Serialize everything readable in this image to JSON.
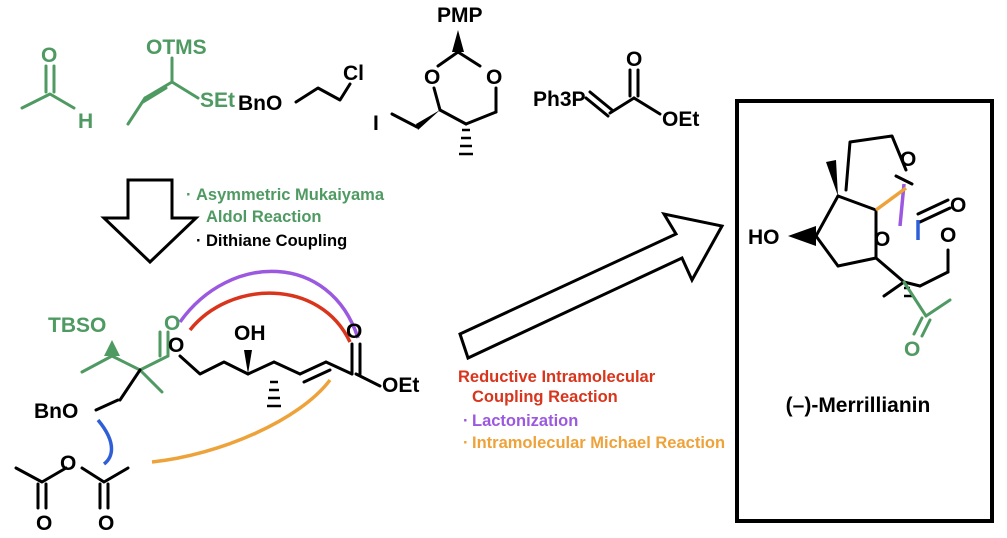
{
  "colors": {
    "green": "#4f9a62",
    "black": "#000000",
    "red": "#d9341c",
    "purple": "#9b59e0",
    "orange": "#eea23a",
    "blue": "#2f5fd8"
  },
  "reagents": {
    "acetaldehyde_o": "O",
    "acetaldehyde_h": "H",
    "ketene_otms": "OTMS",
    "ketene_set": "SEt",
    "chloroether_bno": "BnO",
    "chloroether_cl": "Cl",
    "acetal_pmp": "PMP",
    "acetal_o1": "O",
    "acetal_o2": "O",
    "acetal_i": "I",
    "ylide_ph3p": "Ph3P",
    "ylide_o": "O",
    "ylide_oet": "OEt"
  },
  "step1_conditions": [
    {
      "bullet": "·",
      "text": "Asymmetric Mukaiyama",
      "color": "green"
    },
    {
      "bullet": "",
      "text": "Aldol Reaction",
      "color": "green"
    },
    {
      "bullet": "·",
      "text": "Dithiane Coupling",
      "color": "black"
    }
  ],
  "intermediate": {
    "tbso": "TBSO",
    "o_green": "O",
    "o_ketone": "O",
    "oh": "OH",
    "o_ester": "O",
    "oet": "OEt",
    "bno": "BnO",
    "anhydride_o_bridge": "O",
    "anhydride_o1": "O",
    "anhydride_o2": "O"
  },
  "step2_conditions": [
    {
      "bullet": "·",
      "text": "Reductive Intramolecular",
      "color": "red"
    },
    {
      "bullet": "",
      "text": "Coupling Reaction",
      "color": "red"
    },
    {
      "bullet": "·",
      "text": "Lactonization",
      "color": "purple"
    },
    {
      "bullet": "·",
      "text": "Intramolecular Michael Reaction",
      "color": "orange"
    }
  ],
  "product": {
    "name": "(–)-Merrillianin",
    "ho": "HO",
    "o_ketone": "O",
    "o_carbonyl": "O",
    "o_ether": "O",
    "o_ring": "O",
    "o_acetyl": "O"
  }
}
